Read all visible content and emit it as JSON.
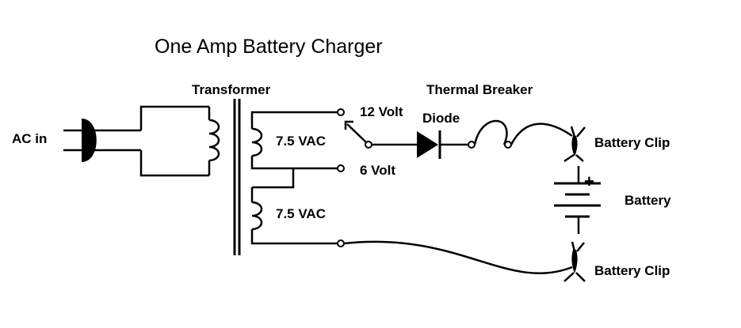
{
  "title": "One Amp Battery Charger",
  "labels": {
    "transformer": "Transformer",
    "thermal_breaker": "Thermal Breaker",
    "diode": "Diode",
    "ac_in": "AC in",
    "volt12": "12 Volt",
    "volt6": "6 Volt",
    "vac_top": "7.5 VAC",
    "vac_bottom": "7.5 VAC",
    "battery_clip_top": "Battery Clip",
    "battery_clip_bottom": "Battery Clip",
    "battery": "Battery",
    "plus": "+"
  },
  "colors": {
    "ink": "#000000",
    "background": "#ffffff"
  }
}
